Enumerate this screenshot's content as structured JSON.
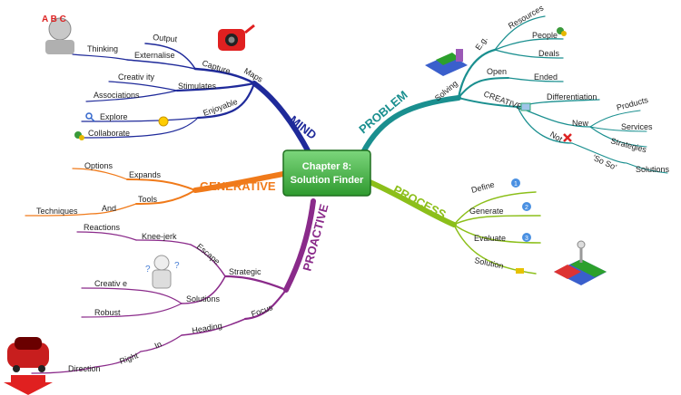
{
  "center": {
    "line1": "Chapter 8:",
    "line2": "Solution Finder"
  },
  "branches": {
    "mind": {
      "title": "MIND",
      "color": "#1f2a9a",
      "maps": "Maps",
      "capture": "Capture",
      "output": "Output",
      "externalise": "Externalise",
      "thinking": "Thinking",
      "stimulates": "Stimulates",
      "creativity": "Creativ ity",
      "associations": "Associations",
      "enjoyable": "Enjoyable",
      "explore": "Explore",
      "collaborate": "Collaborate"
    },
    "problem": {
      "title": "PROBLEM",
      "color": "#1a8f8f",
      "solving": "Solving",
      "eg": "E.g.",
      "resources": "Resources",
      "people": "People",
      "deals": "Deals",
      "open": "Open",
      "ended": "Ended",
      "creative": "CREATIVE",
      "differentiation": "Differentiation",
      "new": "New",
      "products": "Products",
      "services": "Services",
      "strategies": "Strategies",
      "not": "Not",
      "so_so": "'So So'",
      "solutions": "Solutions"
    },
    "process": {
      "title": "PROCESS",
      "color": "#8cbf1a",
      "define": "Define",
      "generate": "Generate",
      "evaluate": "Evaluate",
      "solution": "Solution",
      "num1": "1",
      "num2": "2",
      "num3": "3"
    },
    "generative": {
      "title": "GENERATIVE",
      "color": "#f07a1a",
      "expands": "Expands",
      "options": "Options",
      "tools": "Tools",
      "and": "And",
      "techniques": "Techniques"
    },
    "proactive": {
      "title": "PROACTIVE",
      "color": "#8a2a8a",
      "strategic": "Strategic",
      "escape": "Escape",
      "knee_jerk": "Knee-jerk",
      "reactions": "Reactions",
      "solutions": "Solutions",
      "creative": "Creativ e",
      "robust": "Robust",
      "focus": "Focus",
      "heading": "Heading",
      "in": "In",
      "right": "Right",
      "direction": "Direction"
    }
  },
  "icons": [
    "thinker-icon",
    "camera-icon",
    "magnifier-icon",
    "smiley-icon",
    "people-icon",
    "puzzle-icon",
    "presentation-icon",
    "cross-icon",
    "number-badge-icon",
    "figure-puzzle-icon",
    "car-icon",
    "arrow-down-icon"
  ]
}
